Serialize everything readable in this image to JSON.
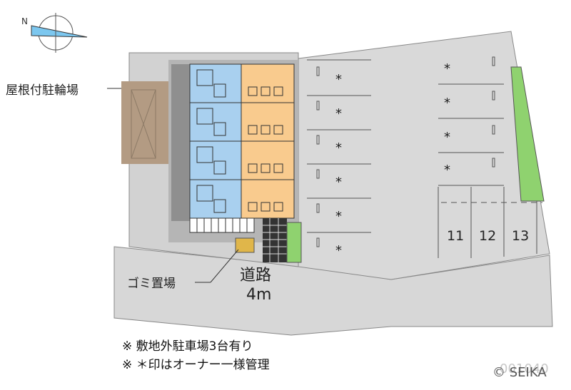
{
  "labels": {
    "bike_parking": "屋根付駐輪場",
    "trash_area": "ゴミ置場",
    "road": "道路",
    "road_width": "4m"
  },
  "parking": {
    "star_symbol": "*",
    "numbers": [
      "11",
      "12",
      "13"
    ]
  },
  "notes": [
    "※ 敷地外駐車場3台有り",
    "※ ＊印はオーナー一様管理"
  ],
  "reference_code": "001040",
  "copyright": "© SEIKA",
  "compass": {
    "north_label": "N"
  },
  "colors": {
    "unit_blue": "#a9d0ef",
    "unit_orange": "#f9cb8e",
    "lot_gray": "#d9d9d9",
    "building_gray": "#b9b9b9",
    "roof_brown": "#b39b83",
    "green": "#8fd26f"
  }
}
